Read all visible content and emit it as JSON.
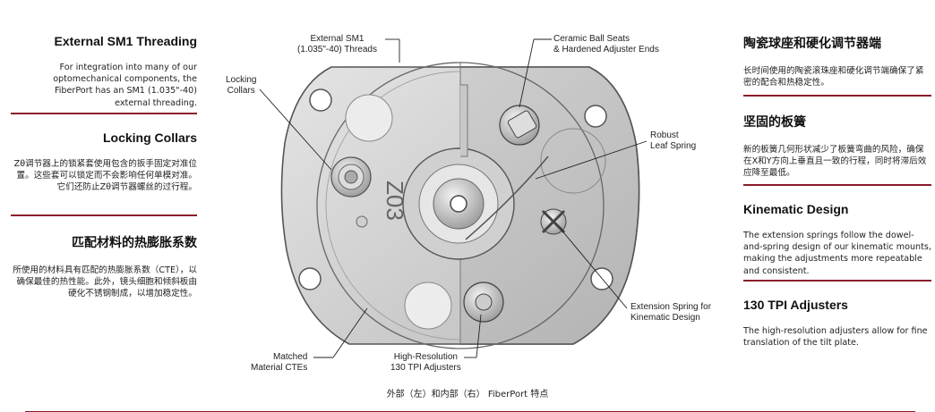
{
  "left": [
    {
      "title": "External SM1 Threading",
      "text": "For integration into many of our optomechanical components, the FiberPort has an SM1 (1.035\"-40) external threading."
    },
    {
      "title": "Locking Collars",
      "text": "Zθ调节器上的锁紧套使用包含的扳手固定对准位置。这些套可以锁定而不会影响任何单模对准。它们还防止Zθ调节器螺丝的过行程。"
    },
    {
      "title": "匹配材料的热膨胀系数",
      "text": "所使用的材料具有匹配的热膨胀系数（CTE），以确保最佳的热性能。此外，镜头细胞和倾斜板由硬化不锈钢制成，以增加稳定性。"
    }
  ],
  "right": [
    {
      "title": "陶瓷球座和硬化调节器端",
      "text": "长时间使用的陶瓷滚珠座和硬化调节端确保了紧密的配合和热稳定性。"
    },
    {
      "title": "坚固的板簧",
      "text": "新的板簧几何形状减少了板簧弯曲的风险，确保在X和Y方向上垂直且一致的行程，同时将滞后效应降至最低。"
    },
    {
      "title": "Kinematic Design",
      "text": "The extension springs follow the dowel-and-spring design of our kinematic mounts, making the adjustments more repeatable and consistent."
    },
    {
      "title": "130 TPI Adjusters",
      "text": "The high-resolution adjusters allow for fine translation of the tilt plate."
    }
  ],
  "labels": {
    "sm1": "External SM1\n(1.035\"-40) Threads",
    "collars": "Locking\nCollars",
    "ceramic": "Ceramic Ball Seats\n& Hardened Adjuster Ends",
    "leaf": "Robust\nLeaf Spring",
    "ext_spring": "Extension Spring for\nKinematic Design",
    "matched": "Matched\nMaterial CTEs",
    "hires": "High-Resolution\n130 TPI Adjusters",
    "engraving": "Z03"
  },
  "caption": "外部（左）和内部（右） FiberPort 特点",
  "colors": {
    "accent": "#8b1a2a"
  }
}
